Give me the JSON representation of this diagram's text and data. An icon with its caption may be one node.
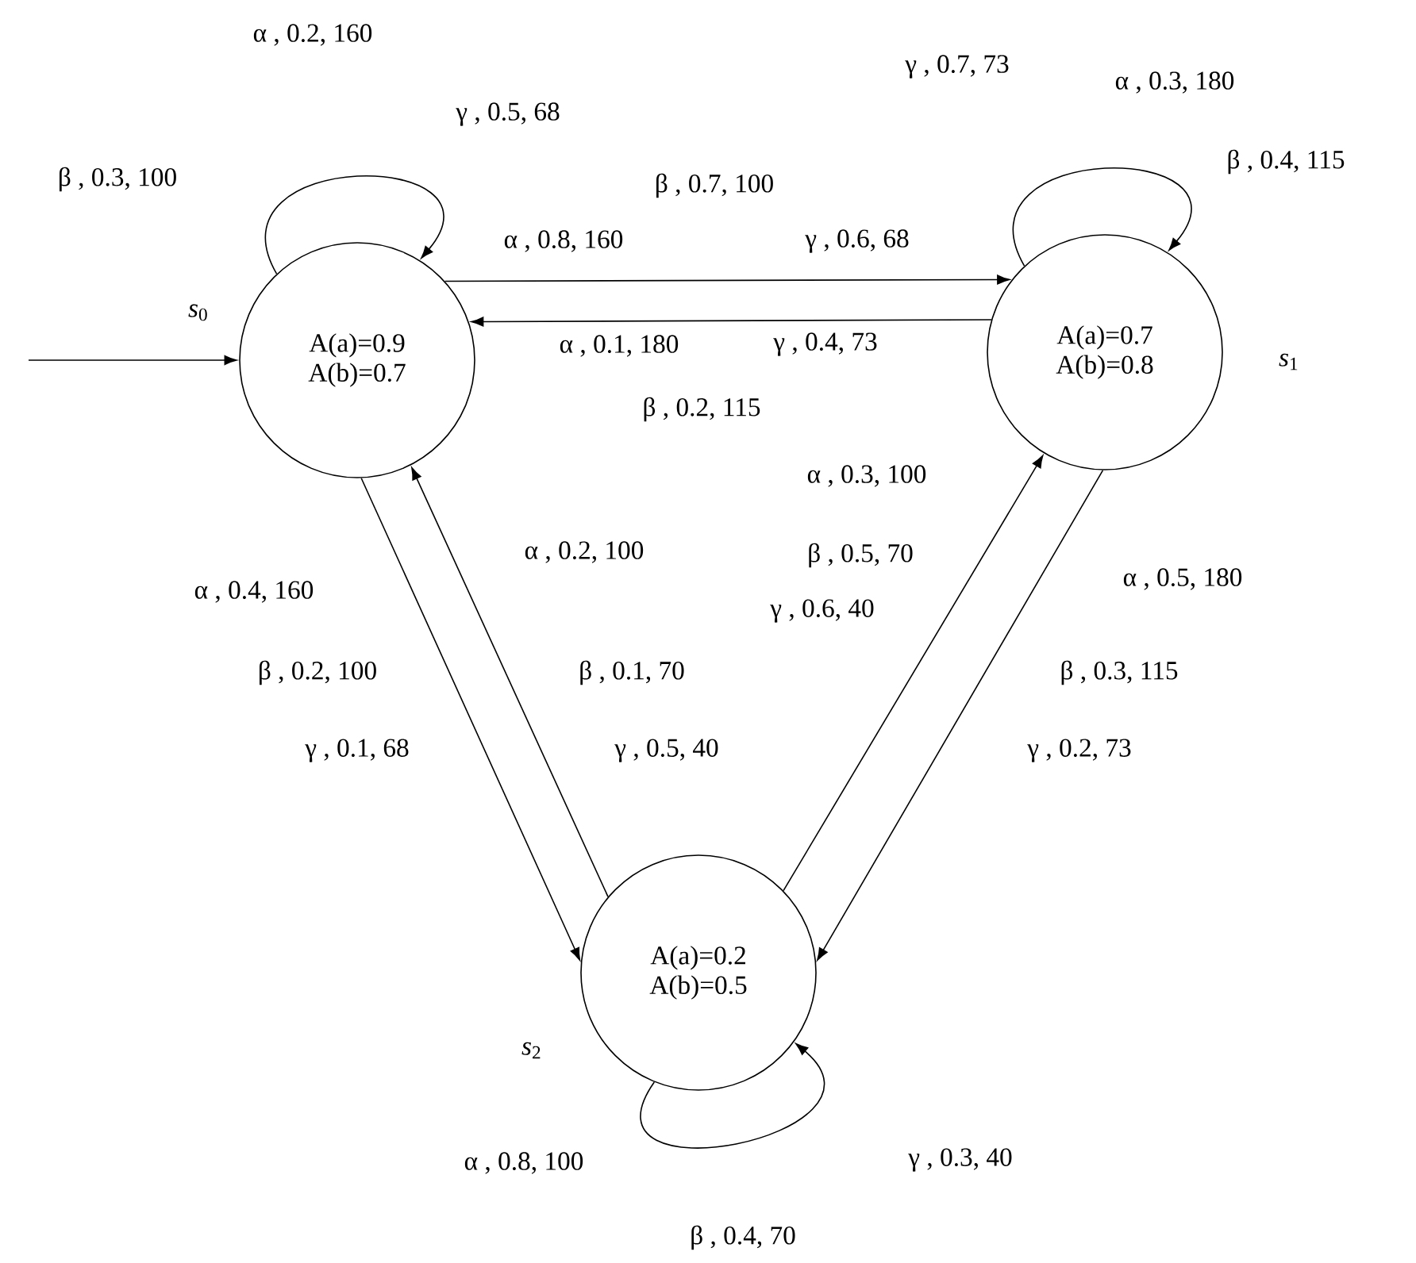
{
  "diagram": {
    "nodes": [
      {
        "text": [
          "A(a)=0.9",
          "A(b)=0.7"
        ],
        "beside": [
          "*s*$_{0}$"
        ]
      },
      {
        "text": [
          "A(a)=0.7",
          "A(b)=0.8"
        ],
        "beside": [
          "*s*$_{1}$"
        ]
      },
      {
        "text": [
          "A(a)=0.2",
          "A(b)=0.5"
        ],
        "beside": [
          "*s*$_{2}$"
        ]
      }
    ],
    "edges": [
      {
        "from": null,
        "to": 0,
        "arrow": "to"
      },
      {
        "from": 0,
        "to": 0,
        "arrow": "to"
      },
      {
        "from": 0,
        "to": 1,
        "arrow": "to"
      },
      {
        "from": 1,
        "to": 0,
        "arrow": "to"
      },
      {
        "from": 1,
        "to": 1,
        "arrow": "to"
      },
      {
        "from": 0,
        "to": 2,
        "arrow": "to"
      },
      {
        "from": 2,
        "to": 0,
        "arrow": "to"
      },
      {
        "from": 2,
        "to": 1,
        "arrow": "to"
      },
      {
        "from": 1,
        "to": 2,
        "arrow": "to"
      },
      {
        "from": 2,
        "to": 2,
        "arrow": "to"
      }
    ],
    "labels": [
      "α , 0.2, 160",
      "γ , 0.5, 68",
      "β , 0.3, 100",
      "β , 0.7, 100",
      "α , 0.8, 160",
      "γ , 0.6, 68",
      "α , 0.1, 180",
      "γ , 0.4, 73",
      "β , 0.2, 115",
      "γ , 0.7, 73",
      "α , 0.3, 180",
      "β , 0.4, 115",
      "α , 0.4, 160",
      "β , 0.2, 100",
      "γ , 0.1, 68",
      "α , 0.2, 100",
      "β , 0.1, 70",
      "γ , 0.5, 40",
      "α , 0.3, 100",
      "β , 0.5, 70",
      "γ , 0.6, 40",
      "α , 0.5, 180",
      "β , 0.3, 115",
      "γ , 0.2, 73",
      "α , 0.8, 100",
      "γ , 0.3, 40",
      "β , 0.4, 70"
    ]
  }
}
